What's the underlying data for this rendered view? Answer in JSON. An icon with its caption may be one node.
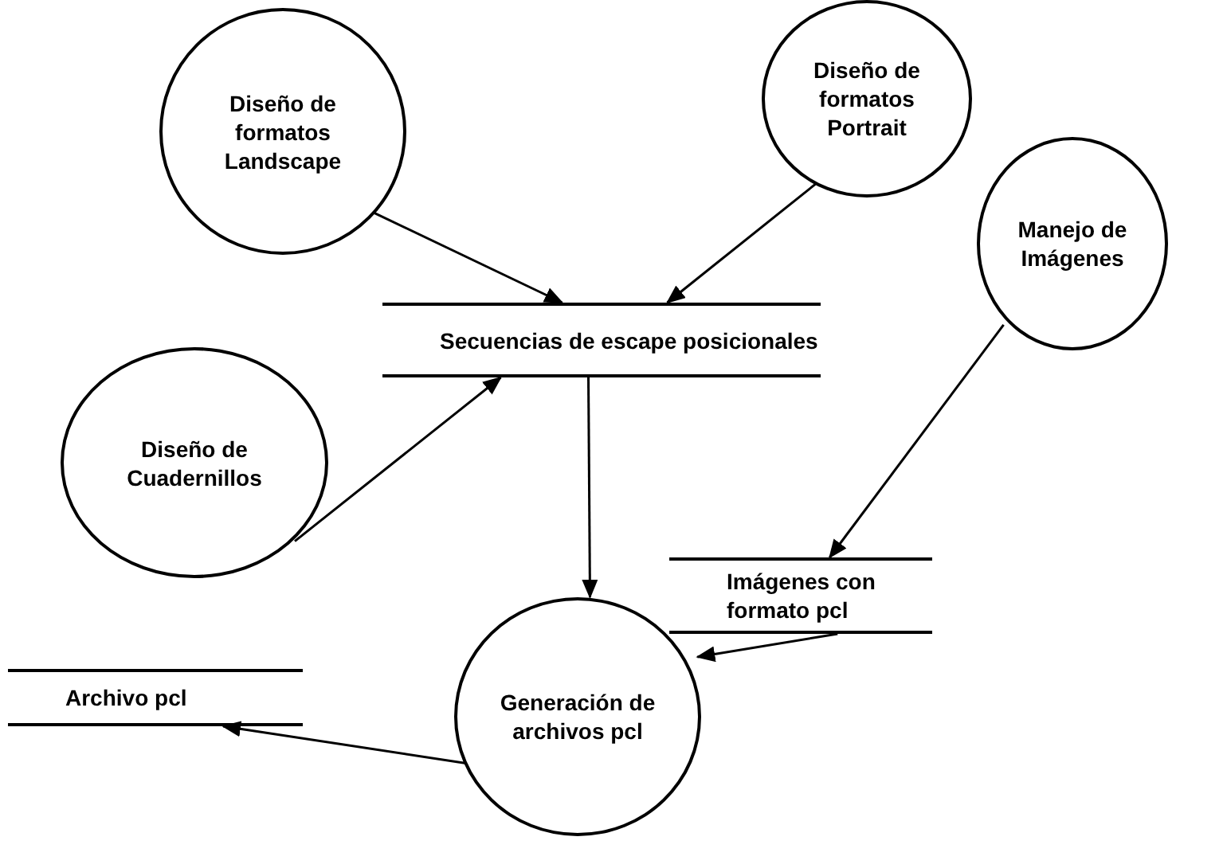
{
  "diagram": {
    "nodes": [
      {
        "text": [
          "Diseño de formatos Landscape"
        ]
      },
      {
        "text": [
          "Diseño de formatos Portrait"
        ]
      },
      {
        "text": [
          "Secuencias de escape posicionales"
        ]
      },
      {
        "text": [
          "Manejo de Imágenes"
        ]
      },
      {
        "text": [
          "Diseño de Cuadernillos"
        ]
      },
      {
        "text": [
          "Imágenes con formato pcl"
        ]
      },
      {
        "text": [
          "Generación de archivos pcl"
        ]
      },
      {
        "text": [
          "Archivo pcl"
        ]
      }
    ],
    "edges": [
      {
        "from": 0,
        "to": 2,
        "arrow": "to"
      },
      {
        "from": 1,
        "to": 2,
        "arrow": "to"
      },
      {
        "from": 4,
        "to": 2,
        "arrow": "to"
      },
      {
        "from": 2,
        "to": 6,
        "arrow": "to"
      },
      {
        "from": 3,
        "to": 5,
        "arrow": "to"
      },
      {
        "from": 5,
        "to": 6,
        "arrow": "to"
      },
      {
        "from": 6,
        "to": 7,
        "arrow": "to"
      }
    ]
  }
}
